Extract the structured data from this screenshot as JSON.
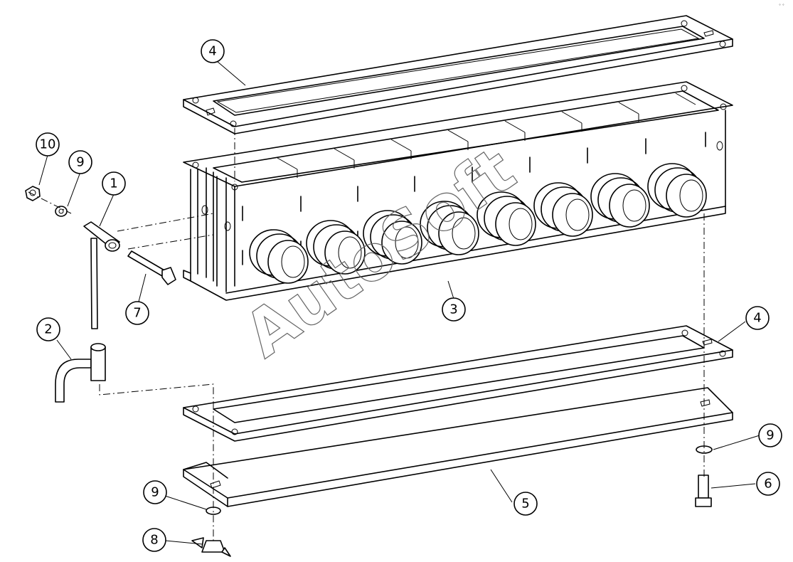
{
  "watermark": "AutoSoft",
  "corner_mark": "° °",
  "callouts": [
    {
      "id": "4a",
      "label": "4"
    },
    {
      "id": "10",
      "label": "10"
    },
    {
      "id": "9a",
      "label": "9"
    },
    {
      "id": "1",
      "label": "1"
    },
    {
      "id": "7",
      "label": "7"
    },
    {
      "id": "2",
      "label": "2"
    },
    {
      "id": "3",
      "label": "3"
    },
    {
      "id": "4b",
      "label": "4"
    },
    {
      "id": "9b",
      "label": "9"
    },
    {
      "id": "6",
      "label": "6"
    },
    {
      "id": "5",
      "label": "5"
    },
    {
      "id": "9c",
      "label": "9"
    },
    {
      "id": "8",
      "label": "8"
    }
  ]
}
